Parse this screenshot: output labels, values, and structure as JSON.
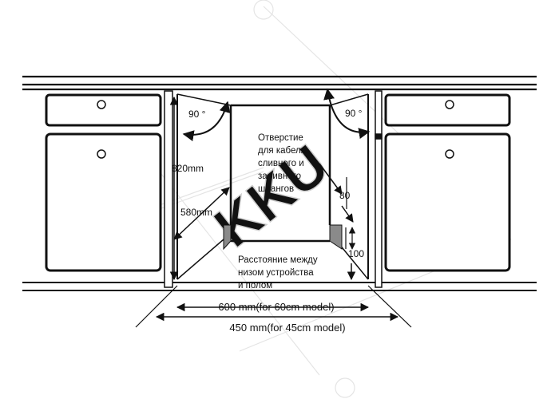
{
  "labels": {
    "angle_left": "90 °",
    "angle_right": "90 °",
    "height": "820mm",
    "depth": "580mm",
    "hole_text": [
      "Отверстие",
      "для кабеля,",
      "сливного и",
      "заливного",
      "шлангов"
    ],
    "dim_80": "80",
    "dim_100": "100",
    "gap_text": [
      "Расстояние между",
      "низом устройства",
      "и полом"
    ],
    "width_60": "600 mm(for 60cm model)",
    "width_45": "450 mm(for 45cm model)"
  },
  "watermark": "KKU",
  "colors": {
    "line": "#111111",
    "fill": "#ffffff",
    "shade": "#8a8a8a",
    "watermark": "#cfcfcf"
  }
}
